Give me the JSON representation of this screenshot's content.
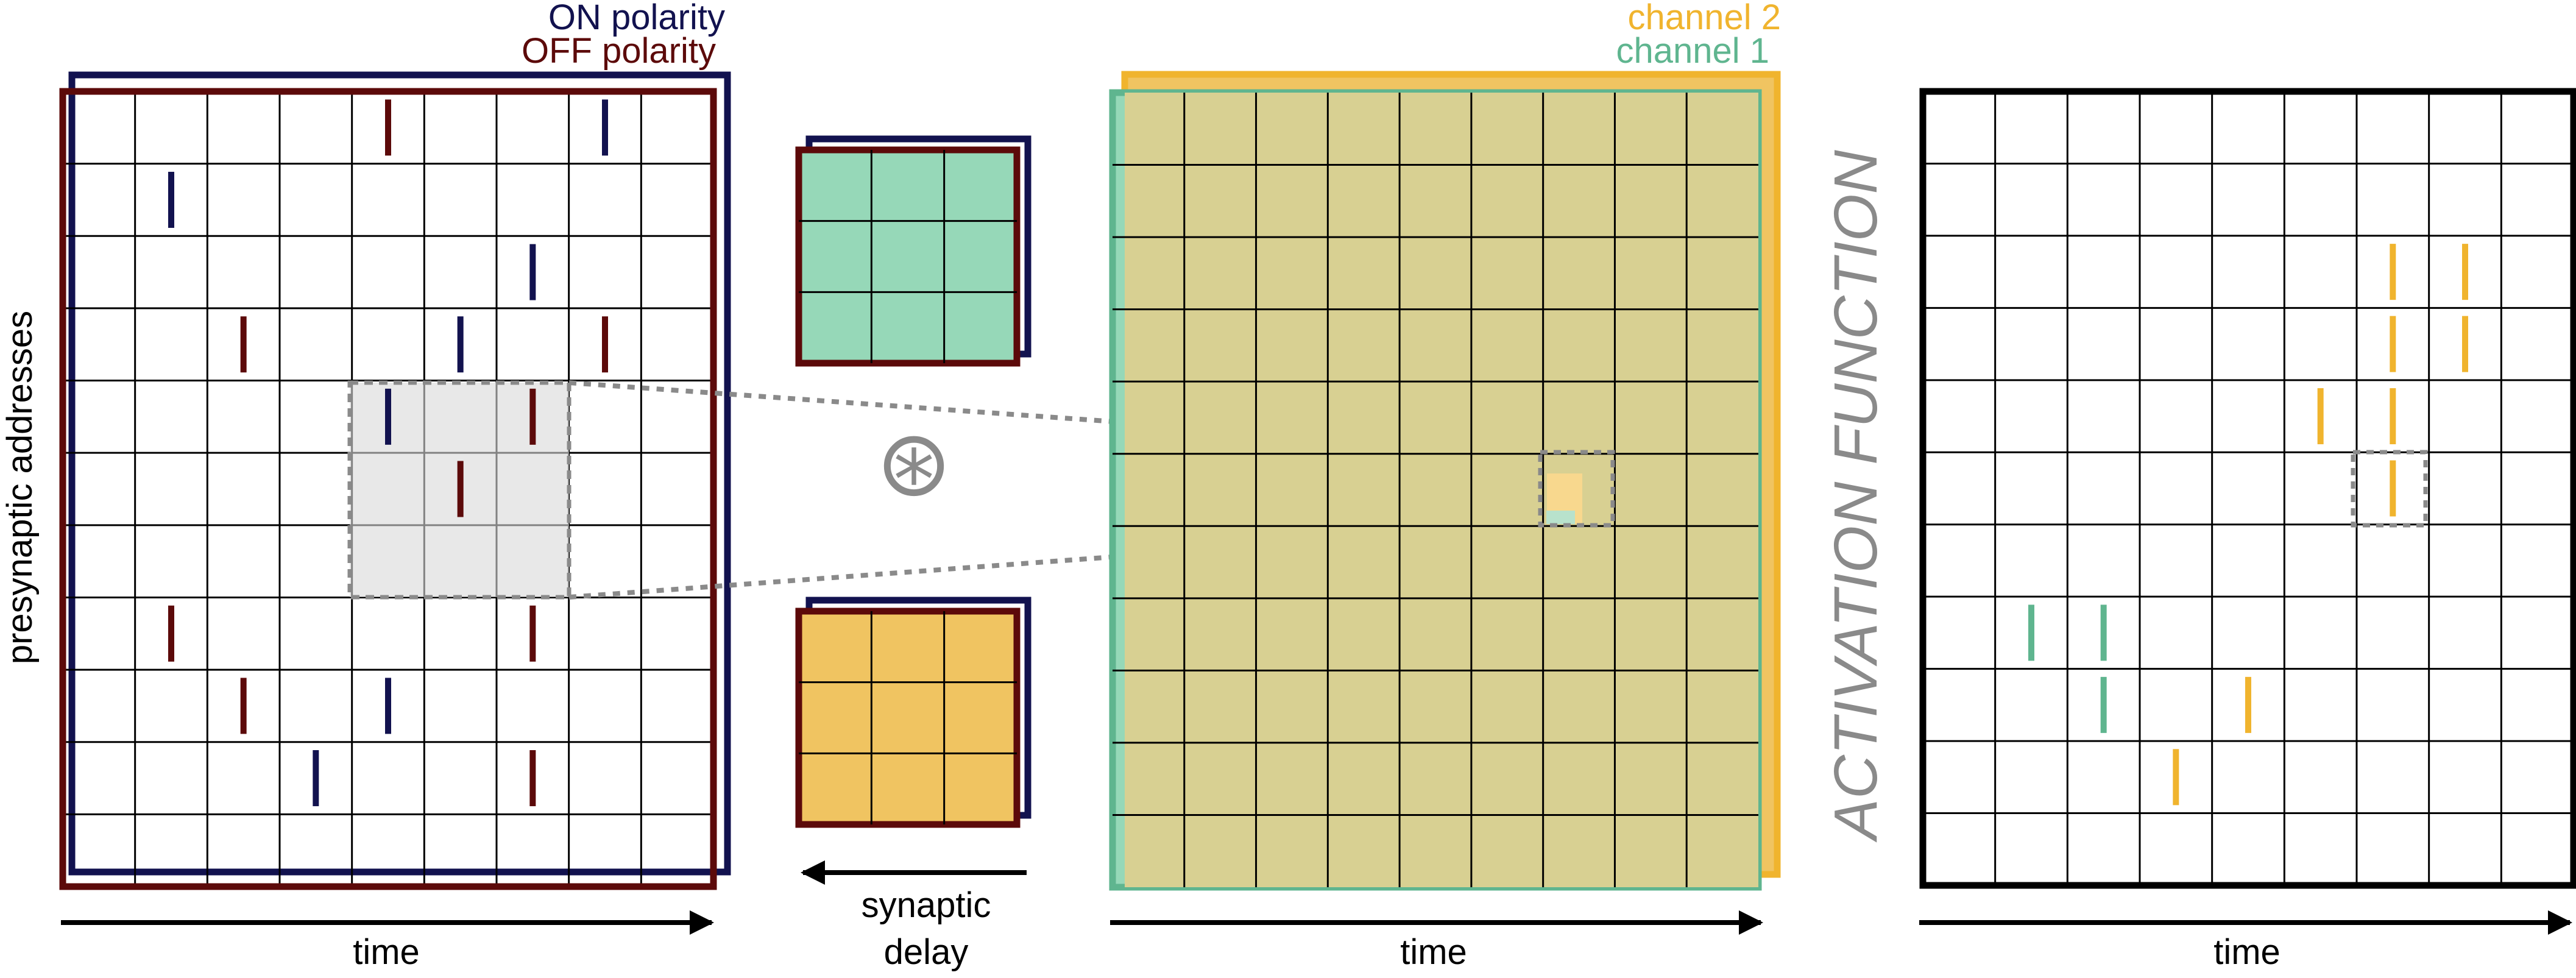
{
  "panel_input": {
    "legend_on": "ON polarity",
    "legend_off": "OFF polarity",
    "y_label": "presynaptic addresses",
    "x_label": "time",
    "grid": {
      "cols": 9,
      "rows": 11
    },
    "spikes": [
      {
        "col": 4,
        "row": 0,
        "polarity": "off"
      },
      {
        "col": 7,
        "row": 0,
        "polarity": "on"
      },
      {
        "col": 1,
        "row": 1,
        "polarity": "on"
      },
      {
        "col": 6,
        "row": 2,
        "polarity": "on"
      },
      {
        "col": 2,
        "row": 3,
        "polarity": "off"
      },
      {
        "col": 5,
        "row": 3,
        "polarity": "on"
      },
      {
        "col": 7,
        "row": 3,
        "polarity": "off"
      },
      {
        "col": 4,
        "row": 4,
        "polarity": "on"
      },
      {
        "col": 6,
        "row": 4,
        "polarity": "off"
      },
      {
        "col": 5,
        "row": 5,
        "polarity": "off"
      },
      {
        "col": 1,
        "row": 7,
        "polarity": "off"
      },
      {
        "col": 6,
        "row": 7,
        "polarity": "off"
      },
      {
        "col": 2,
        "row": 8,
        "polarity": "off"
      },
      {
        "col": 4,
        "row": 8,
        "polarity": "on"
      },
      {
        "col": 3,
        "row": 9,
        "polarity": "on"
      },
      {
        "col": 6,
        "row": 9,
        "polarity": "off"
      }
    ]
  },
  "kernels": {
    "operator_symbol": "⊛",
    "delay_label_line1": "synaptic",
    "delay_label_line2": "delay"
  },
  "panel_output": {
    "channel2_label": "channel 2",
    "channel1_label": "channel 1",
    "x_label": "time",
    "grid": {
      "cols": 9,
      "rows": 11
    }
  },
  "activation_label": "ACTIVATION FUNCTION",
  "panel_spikes": {
    "x_label": "time",
    "grid": {
      "cols": 9,
      "rows": 11
    },
    "spikes": [
      {
        "col": 6,
        "row": 2,
        "channel": 2
      },
      {
        "col": 7,
        "row": 2,
        "channel": 2
      },
      {
        "col": 6,
        "row": 3,
        "channel": 2
      },
      {
        "col": 7,
        "row": 3,
        "channel": 2
      },
      {
        "col": 5,
        "row": 4,
        "channel": 2
      },
      {
        "col": 6,
        "row": 4,
        "channel": 2
      },
      {
        "col": 6,
        "row": 5,
        "channel": 2
      },
      {
        "col": 1,
        "row": 7,
        "channel": 1
      },
      {
        "col": 2,
        "row": 7,
        "channel": 1
      },
      {
        "col": 2,
        "row": 8,
        "channel": 1
      },
      {
        "col": 4,
        "row": 8,
        "channel": 2
      },
      {
        "col": 3,
        "row": 9,
        "channel": 2
      }
    ]
  },
  "colors": {
    "on": "#12124f",
    "off": "#5c0a0a",
    "channel1": "#5fb58f",
    "channel1_fill": "#96d8b8",
    "channel2": "#f0b42e",
    "channel2_fill": "#f0c461",
    "overlap_fill": "#d8d092",
    "gray": "#8a8a8a"
  }
}
